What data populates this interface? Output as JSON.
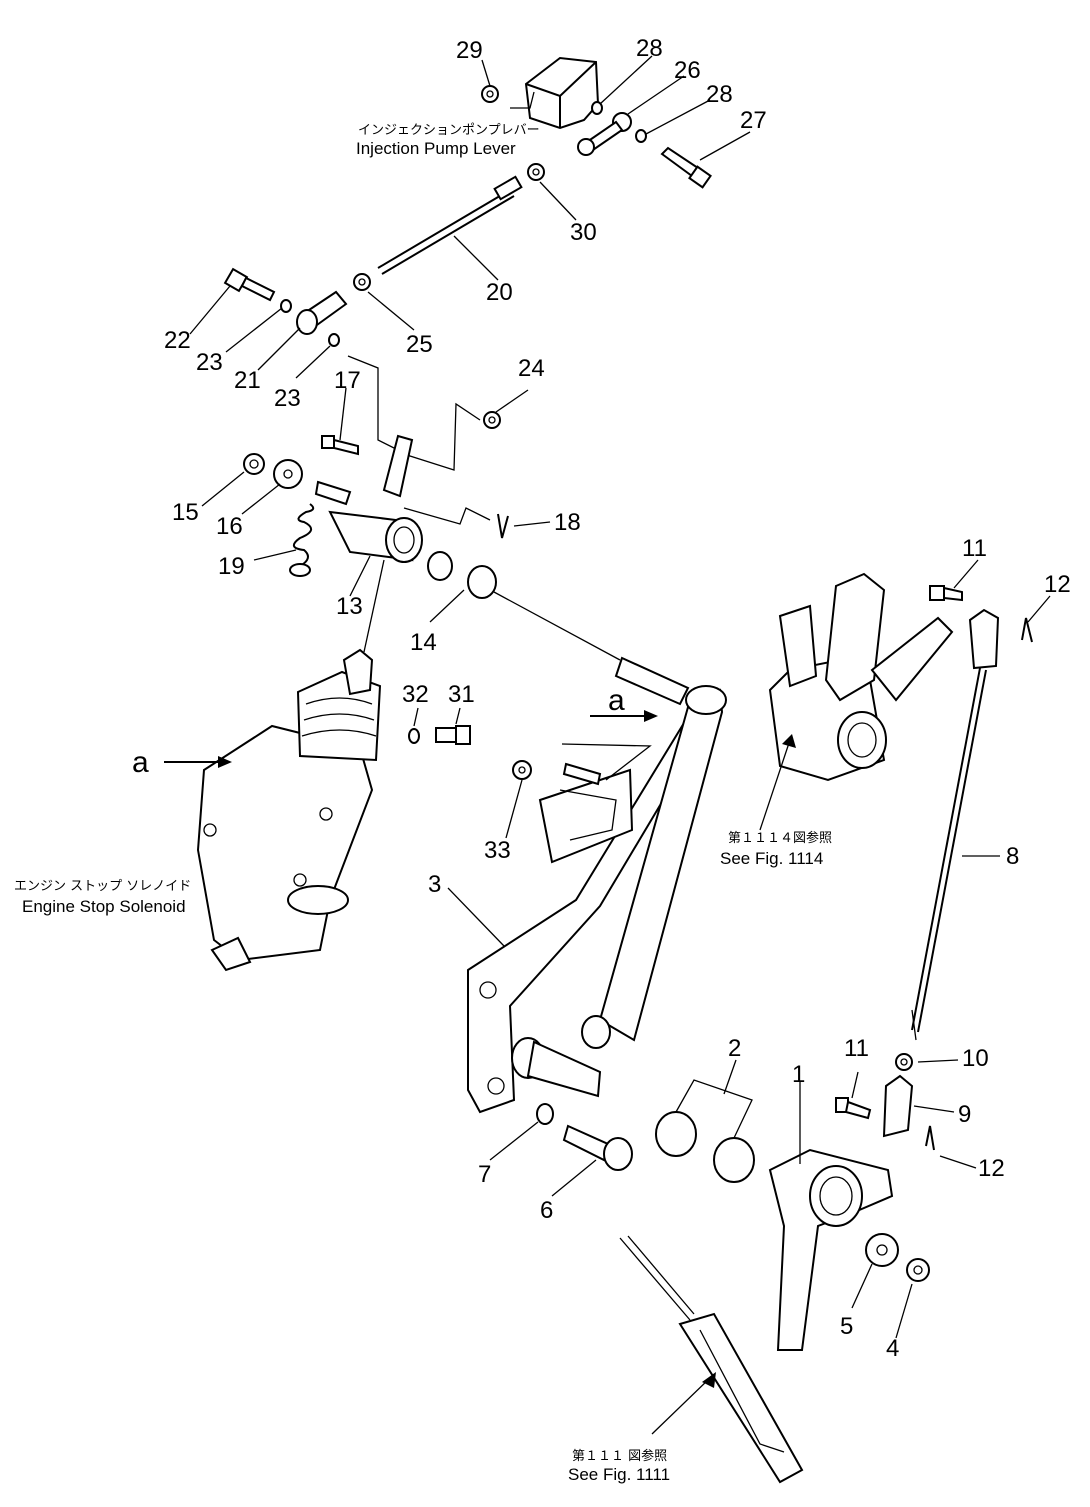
{
  "callouts": [
    {
      "id": "p1",
      "label": "1"
    },
    {
      "id": "p2",
      "label": "2"
    },
    {
      "id": "p3",
      "label": "3"
    },
    {
      "id": "p4",
      "label": "4"
    },
    {
      "id": "p5",
      "label": "5"
    },
    {
      "id": "p6",
      "label": "6"
    },
    {
      "id": "p7",
      "label": "7"
    },
    {
      "id": "p8",
      "label": "8"
    },
    {
      "id": "p9",
      "label": "9"
    },
    {
      "id": "p10",
      "label": "10"
    },
    {
      "id": "p11a",
      "label": "11"
    },
    {
      "id": "p11b",
      "label": "11"
    },
    {
      "id": "p12a",
      "label": "12"
    },
    {
      "id": "p12b",
      "label": "12"
    },
    {
      "id": "p13",
      "label": "13"
    },
    {
      "id": "p14",
      "label": "14"
    },
    {
      "id": "p15",
      "label": "15"
    },
    {
      "id": "p16",
      "label": "16"
    },
    {
      "id": "p17",
      "label": "17"
    },
    {
      "id": "p18",
      "label": "18"
    },
    {
      "id": "p19",
      "label": "19"
    },
    {
      "id": "p20",
      "label": "20"
    },
    {
      "id": "p21",
      "label": "21"
    },
    {
      "id": "p22",
      "label": "22"
    },
    {
      "id": "p23a",
      "label": "23"
    },
    {
      "id": "p23b",
      "label": "23"
    },
    {
      "id": "p24",
      "label": "24"
    },
    {
      "id": "p25",
      "label": "25"
    },
    {
      "id": "p26",
      "label": "26"
    },
    {
      "id": "p27",
      "label": "27"
    },
    {
      "id": "p28a",
      "label": "28"
    },
    {
      "id": "p28b",
      "label": "28"
    },
    {
      "id": "p29",
      "label": "29"
    },
    {
      "id": "p30",
      "label": "30"
    },
    {
      "id": "p31",
      "label": "31"
    },
    {
      "id": "p32",
      "label": "32"
    },
    {
      "id": "p33",
      "label": "33"
    }
  ],
  "view_markers": {
    "a_left": "a",
    "a_center": "a"
  },
  "labels": {
    "injection_pump_lever_jp": "インジェクションポンプレバー",
    "injection_pump_lever_en": "Injection  Pump  Lever",
    "engine_stop_solenoid_jp": "エンジン ストップ ソレノイド",
    "engine_stop_solenoid_en": "Engine Stop Solenoid",
    "see_fig_1114_jp": "第１１１４図参照",
    "see_fig_1114_en": "See Fig. 1114",
    "see_fig_1111_jp": "第１１１ 図参照",
    "see_fig_1111_en": "See Fig. 1111"
  }
}
